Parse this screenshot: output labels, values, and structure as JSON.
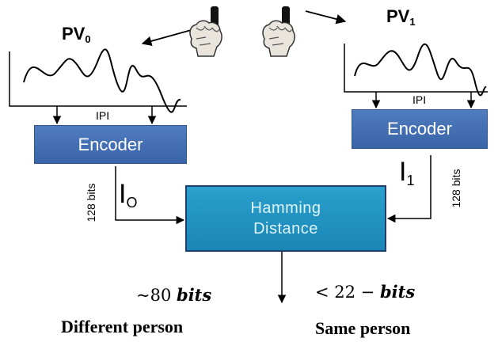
{
  "left": {
    "pv_label": "PV",
    "pv_sub": "0",
    "ipi": "IPI",
    "encoder": "Encoder",
    "bits": "128 bits",
    "index_label": "I",
    "index_sub": "O"
  },
  "right": {
    "pv_label": "PV",
    "pv_sub": "1",
    "ipi": "IPI",
    "encoder": "Encoder",
    "bits": "128 bits",
    "index_label": "I",
    "index_sub": "1"
  },
  "center": {
    "hamming_line1": "Hamming",
    "hamming_line2": "Distance"
  },
  "outputs": {
    "different": {
      "value": "~80",
      "unit": "bits",
      "caption": "Different person"
    },
    "same": {
      "value": "< 22 −",
      "unit": "bits",
      "caption": "Same person"
    }
  },
  "colors": {
    "encoder": "#4472c4",
    "hamming": "#1e93c4",
    "line": "#000000"
  },
  "icons": [
    "hand-holding-sensor-icon",
    "hand-holding-sensor-icon"
  ]
}
